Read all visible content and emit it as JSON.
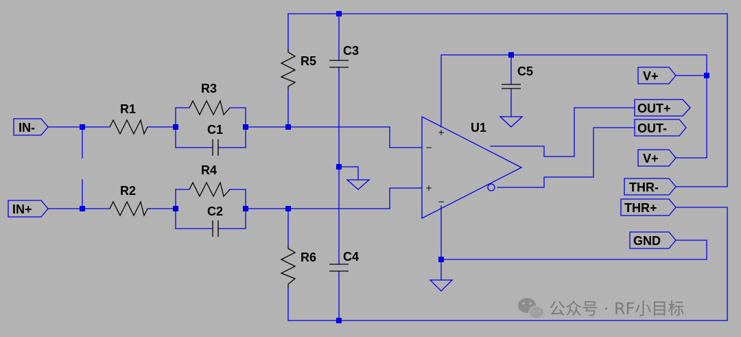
{
  "components": {
    "R1": "R1",
    "R2": "R2",
    "R3": "R3",
    "R4": "R4",
    "R5": "R5",
    "R6": "R6",
    "C1": "C1",
    "C2": "C2",
    "C3": "C3",
    "C4": "C4",
    "C5": "C5",
    "U1": "U1"
  },
  "ports": {
    "in_minus": "IN-",
    "in_plus": "IN+",
    "vplus_top": "V+",
    "out_plus": "OUT+",
    "out_minus": "OUT-",
    "vplus_bottom": "V+",
    "thr_minus": "THR-",
    "thr_plus": "THR+",
    "gnd": "GND"
  },
  "opamp_pins": {
    "supply_pos": "+",
    "supply_neg": "−",
    "input_inv": "−",
    "input_noninv": "+"
  },
  "watermark": {
    "text": "公众号 · RF小目标",
    "icon": "wechat-icon"
  },
  "colors": {
    "background": "#b3b3b3",
    "wire": "#0000e6",
    "component": "#000000",
    "watermark": "#7a7a7a"
  }
}
